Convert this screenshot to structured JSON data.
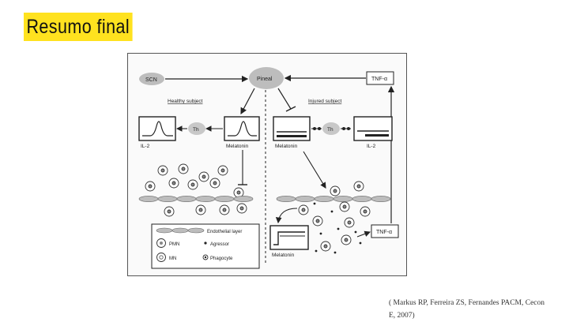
{
  "slide": {
    "title": "Resumo final",
    "citation_line1": "( Markus RP, Ferreira ZS, Fernandes PACM, Cecon",
    "citation_line2": "E, 2007)"
  },
  "diagram": {
    "scn": "SCN",
    "pineal": "Pineal",
    "tnf_top": "TNF-α",
    "healthy": "Healthy subject",
    "injured": "Injured subject",
    "il2_left": "IL-2",
    "th_left": "Th",
    "melatonin_left": "Melatonin",
    "melatonin_mid": "Melatonin",
    "th_right": "Th",
    "il2_right": "IL-2",
    "tnf_bottom": "TNF-α",
    "melatonin_bottom": "Melatonin",
    "legend": {
      "endothelial": "Endothelial layer",
      "pmn": "PMN",
      "agressor": "Agressor",
      "mn": "MN",
      "phagocyte": "Phagocyte"
    }
  },
  "colors": {
    "title_highlight": "#ffe21f",
    "node_fill": "#bdbdbd",
    "line": "#222222"
  }
}
